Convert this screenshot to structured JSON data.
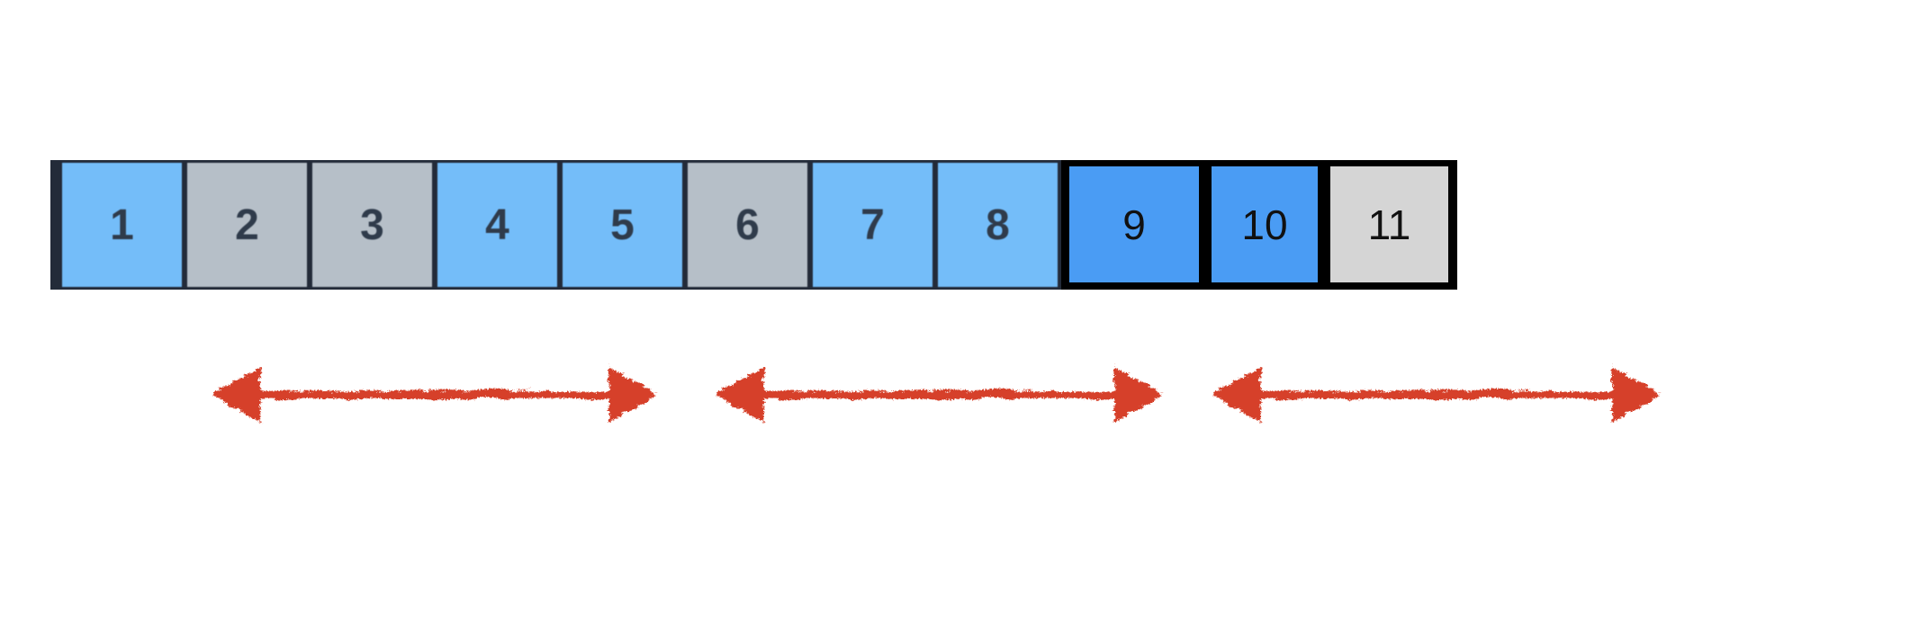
{
  "palette": {
    "page_bg": "#ffffff",
    "navy": "#232B39",
    "black": "#000000",
    "light_blue": "#74BDF9",
    "gray": "#B6BFC8",
    "bright_blue": "#4A9CF4",
    "light_gray": "#D5D5D5",
    "digit_dark": "#2F3B4B",
    "digit_black": "#111111",
    "red": "#D6402A"
  },
  "strip": {
    "cells": [
      {
        "label": "1",
        "color": "light_blue"
      },
      {
        "label": "2",
        "color": "gray"
      },
      {
        "label": "3",
        "color": "gray"
      },
      {
        "label": "4",
        "color": "light_blue"
      },
      {
        "label": "5",
        "color": "light_blue"
      },
      {
        "label": "6",
        "color": "gray"
      },
      {
        "label": "7",
        "color": "light_blue"
      },
      {
        "label": "8",
        "color": "light_blue"
      },
      {
        "label": "9",
        "color": "bright_blue"
      },
      {
        "label": "10",
        "color": "bright_blue"
      },
      {
        "label": "11",
        "color": "light_gray"
      }
    ]
  },
  "arrows": {
    "style": "hand-drawn-crayon",
    "double_headed": true,
    "color": "red",
    "items": [
      {
        "name": "range-arrow-1"
      },
      {
        "name": "range-arrow-2"
      },
      {
        "name": "range-arrow-3"
      }
    ]
  }
}
